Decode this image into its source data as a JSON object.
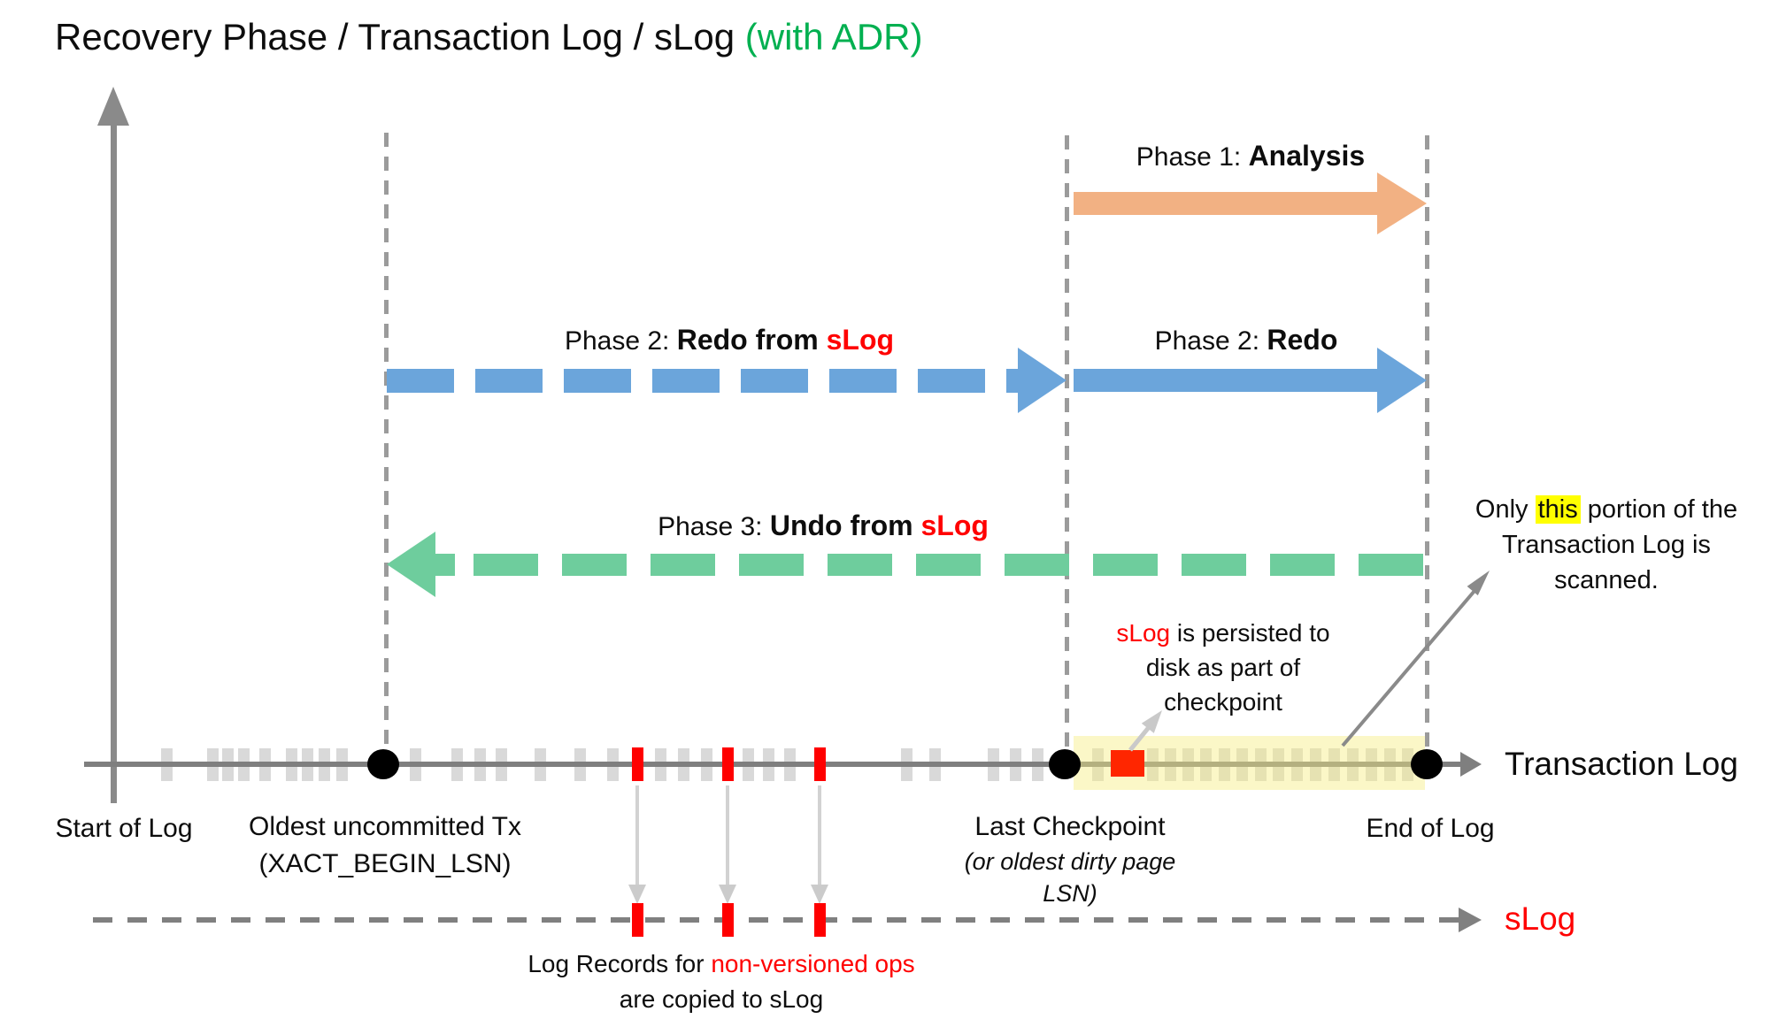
{
  "title": {
    "main": "Recovery Phase / Transaction Log / sLog ",
    "suffix": "(with ADR)"
  },
  "phases": {
    "phase1": {
      "prefix": "Phase 1: ",
      "bold": "Analysis"
    },
    "phase2_slog": {
      "prefix": "Phase 2: ",
      "bold": "Redo from ",
      "red": "sLog"
    },
    "phase2": {
      "prefix": "Phase 2: ",
      "bold": "Redo"
    },
    "phase3": {
      "prefix": "Phase 3: ",
      "bold": "Undo from ",
      "red": "sLog"
    }
  },
  "axis_labels": {
    "start_of_log": "Start of Log",
    "oldest_tx_line1": "Oldest uncommitted Tx",
    "oldest_tx_line2": "(XACT_BEGIN_LSN)",
    "last_checkpoint_line1": "Last Checkpoint",
    "last_checkpoint_line2": "(or oldest dirty page",
    "last_checkpoint_line3": "LSN)",
    "end_of_log": "End of Log",
    "transaction_log": "Transaction Log",
    "slog": "sLog"
  },
  "annotations": {
    "scanned": {
      "pre": "Only ",
      "highlight": "this",
      "post": " portion of the",
      "line2": "Transaction Log is scanned."
    },
    "persisted": {
      "red": "sLog",
      "line1_rest": " is persisted to",
      "line2": "disk as part of",
      "line3": "checkpoint"
    },
    "copied": {
      "line1_black": "Log Records for ",
      "line1_red": "non-versioned ops",
      "line2": "are copied to sLog"
    }
  },
  "colors": {
    "title_accent_green": "#00B050",
    "phase1_orange": "#F2B183",
    "phase2_blue": "#6BA5DB",
    "phase3_green": "#6ECD9D",
    "emphasis_red": "#FF0000",
    "checkpoint_square_red": "#FF2600",
    "scanned_highlight_yellow": "#FFFF00",
    "scanned_band_yellow": "#FBF6D9",
    "log_gray": "#7F7F7F",
    "tick_gray": "#D9D9D9"
  },
  "ticks": {
    "log_gray_x": [
      188,
      240,
      257,
      275,
      299,
      329,
      347,
      366,
      386,
      469,
      516,
      542,
      566,
      610,
      655,
      692,
      746,
      772,
      798,
      845,
      868,
      892,
      1024,
      1056,
      1122,
      1147,
      1172,
      1240,
      1302,
      1322,
      1342,
      1362,
      1383,
      1403,
      1424,
      1444,
      1465,
      1486,
      1507,
      1528,
      1549,
      1570,
      1590
    ],
    "log_red_x": [
      720,
      822,
      926
    ],
    "slog_red_x": [
      720,
      822,
      926
    ],
    "copy_arrow_x": [
      720,
      822,
      926
    ]
  }
}
